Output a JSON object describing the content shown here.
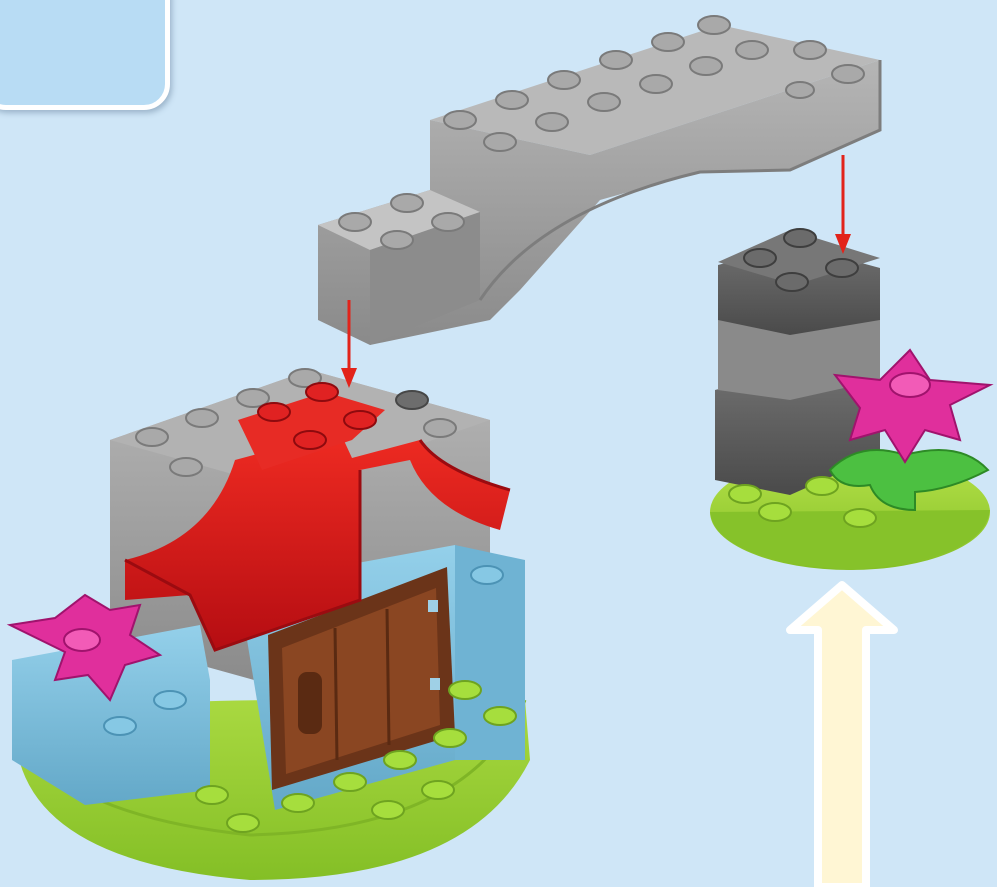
{
  "panel": {
    "step_number": ""
  },
  "colors": {
    "background": "#cfe6f7",
    "panel": "#b8dcf4",
    "light_gray_brick": "#9a9a9a",
    "dark_gray_brick": "#5e5e5e",
    "roof_red": "#d8121a",
    "wall_blue": "#7ec0dd",
    "door_brown": "#6b3419",
    "base_green": "#9fd23a",
    "flower_pink": "#e02f9c",
    "leaf_green": "#4cc041",
    "arrow_red": "#e2231a",
    "callout_arrow": "#fff6d4"
  },
  "parts": [
    "gray-arch-brick",
    "house-assembly",
    "tower-assembly",
    "pink-flower",
    "placement-arrows",
    "callout-arrow"
  ]
}
